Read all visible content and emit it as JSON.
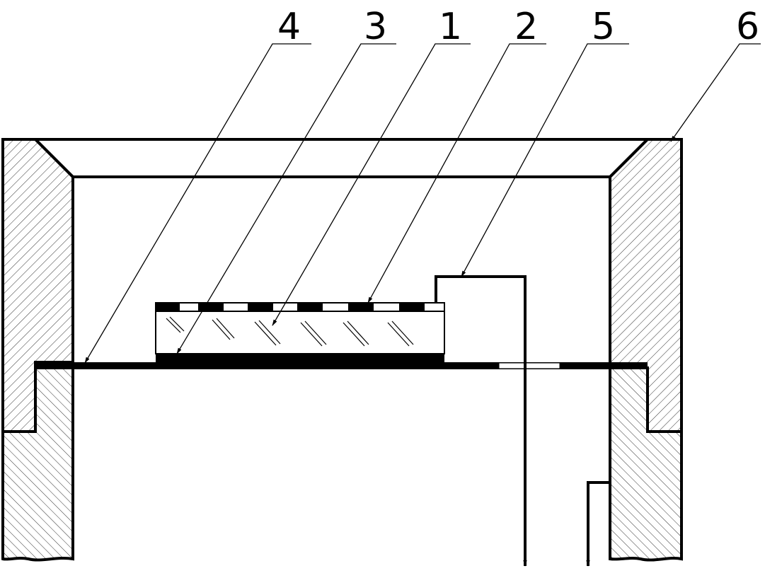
{
  "labels": [
    {
      "id": "label-4",
      "text": "4"
    },
    {
      "id": "label-3",
      "text": "3"
    },
    {
      "id": "label-1",
      "text": "1"
    },
    {
      "id": "label-2",
      "text": "2"
    },
    {
      "id": "label-5",
      "text": "5"
    },
    {
      "id": "label-6",
      "text": "6"
    }
  ],
  "colors": {
    "line": "#000000",
    "background": "#ffffff"
  }
}
